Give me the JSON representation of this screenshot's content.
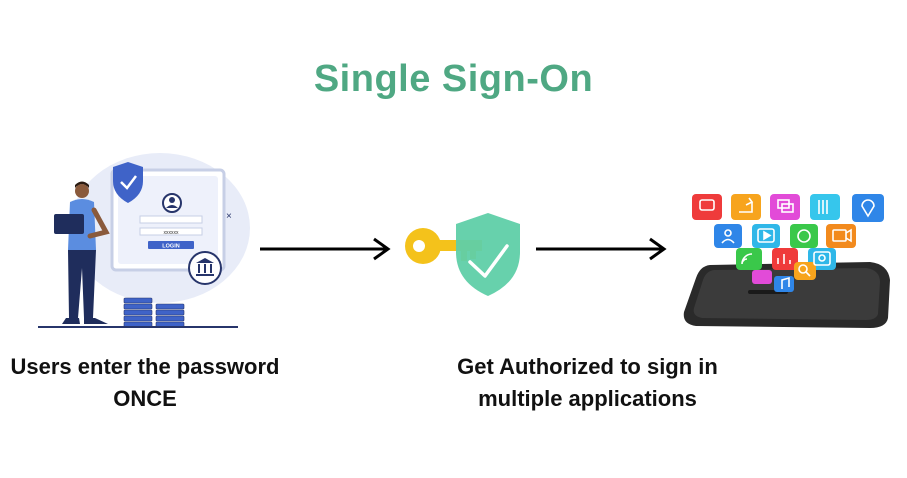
{
  "title": "Single Sign-On",
  "left_caption": [
    "Users enter the password",
    "ONCE"
  ],
  "right_caption": [
    "Get Authorized to sign in",
    "multiple applications"
  ],
  "login_form": {
    "password_mask": "xxxxxx",
    "login_button": "LOGIN"
  },
  "colors": {
    "title": "#4fa883",
    "key": "#f4c21b",
    "shield": "#5fcfa8",
    "login_panel": "#dfe4f5",
    "accent_blue": "#3f63c8"
  },
  "app_icons": [
    "chat-icon",
    "share-icon",
    "messages-icon",
    "document-icon",
    "location-icon",
    "contact-icon",
    "video-icon",
    "sync-icon",
    "camera-icon",
    "rss-icon",
    "stats-icon",
    "photo-icon",
    "search-icon",
    "music-icon"
  ]
}
